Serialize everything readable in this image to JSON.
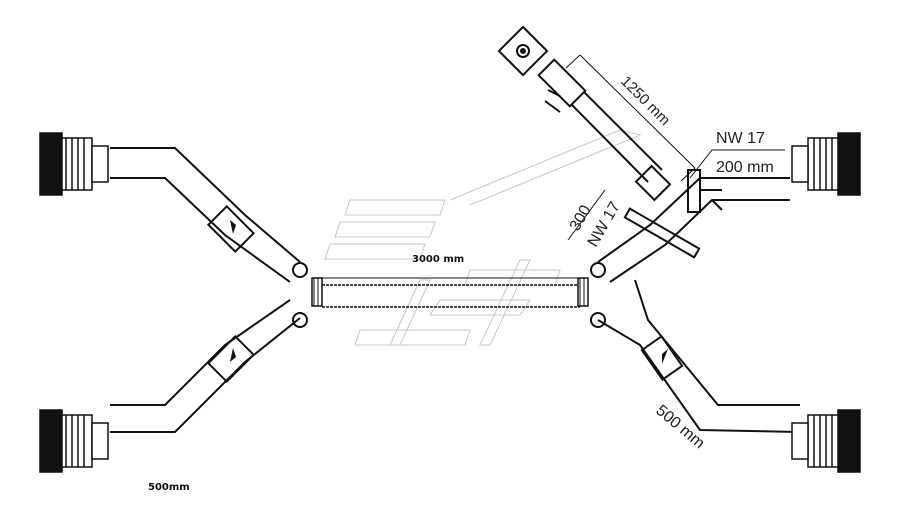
{
  "labels": {
    "left_bottom_len": "500mm",
    "center_len": "3000 mm",
    "tilted_len": "1250 mm",
    "nw17_a": "NW 17",
    "nw17_b": "NW 17",
    "right_len_200": "200 mm",
    "len_300": "300",
    "right_bottom_len": "500 mm"
  },
  "icons": [
    "coupling-icon",
    "wall-socket-icon",
    "arrow-icon"
  ]
}
